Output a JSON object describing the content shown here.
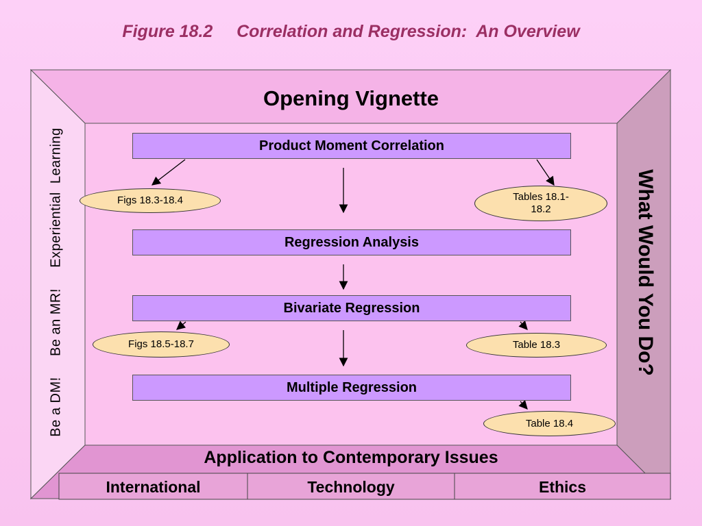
{
  "title": "Figure 18.2     Correlation and Regression:  An Overview",
  "top_panel": "Opening Vignette",
  "bottom_panel": "Application to Contemporary Issues",
  "left_panel": "Be a DM!     Be an MR!     Experiential  Learning",
  "right_panel": "What Would You Do?",
  "boxes": {
    "pmc": "Product Moment Correlation",
    "regression": "Regression Analysis",
    "bivariate": "Bivariate Regression",
    "multiple": "Multiple Regression"
  },
  "ovals": {
    "figs_18_3": "Figs 18.3-18.4",
    "tables_18_1": "Tables 18.1-18.2",
    "figs_18_5": "Figs 18.5-18.7",
    "table_18_3": "Table 18.3",
    "table_18_4": "Table 18.4"
  },
  "tabs": [
    "International",
    "Technology",
    "Ethics"
  ],
  "colors": {
    "background": "#fdd0f7",
    "frame_top": "#f5b3e7",
    "frame_left": "#fbd6f4",
    "frame_right": "#cc9ebc",
    "frame_bottom": "#e195d2",
    "inner": "#fcc2ee",
    "box": "#cc99ff",
    "oval": "#fce0ae",
    "title": "#9b2f63"
  }
}
